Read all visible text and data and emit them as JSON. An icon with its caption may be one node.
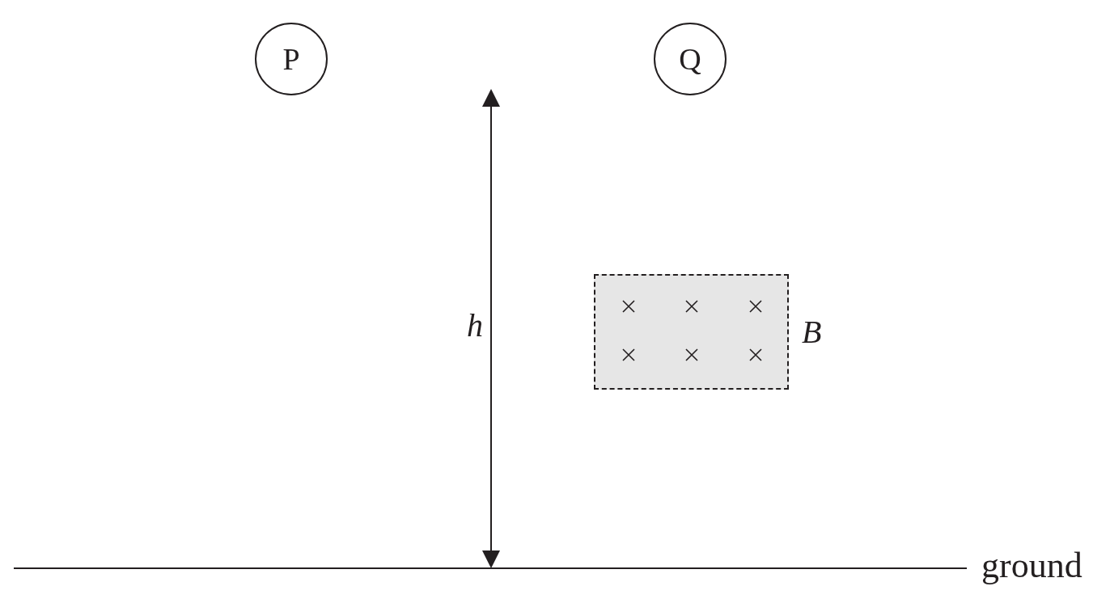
{
  "diagram": {
    "nodes": [
      {
        "text": [
          "P"
        ]
      },
      {
        "text": [
          "Q"
        ]
      },
      {
        "text": [],
        "shape": "box",
        "beside": [
          "B"
        ]
      }
    ],
    "labels": [
      "h",
      "ground"
    ]
  }
}
